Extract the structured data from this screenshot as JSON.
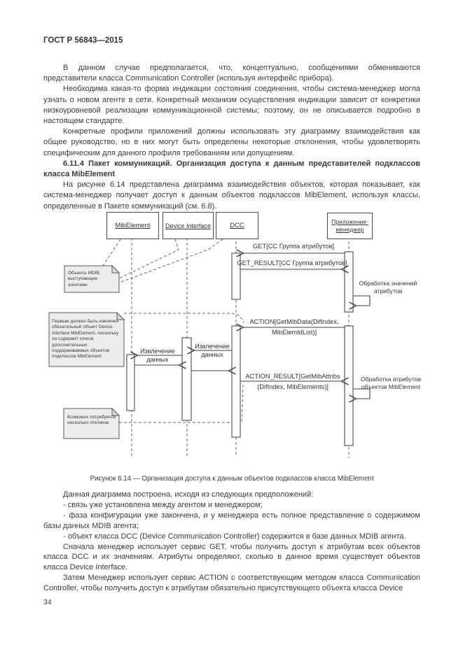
{
  "page": {
    "header": "ГОСТ Р 56843—2015",
    "number": "34"
  },
  "intro": {
    "p1": "В данном случае предполагается, что, концептуально, сообщениями обмениваются представители класса Communication Controller (используя интерфейс прибора).",
    "p2": "Необходима какая-то форма индикации состояния соединения, чтобы система-менеджер могла узнать о новом агенте в сети. Конкретный механизм осуществления индикации зависит от конкретики низкоуровневой реализации коммуникационной системы; поэтому, он не описывается подробно в настоящем стандарте.",
    "p3": "Конкретные профили приложений должны использовать эту диаграмму взаимодействия как общее руководство, но в них могут быть определены некоторые отклонения, чтобы удовлетворять специфическим для данного профиля требованиям или допущениям.",
    "heading": "6.11.4 Пакет коммуникаций. Организация доступа к данным представителей подклассов класса MibElement",
    "p4": "На рисунке 6.14 представлена диаграмма взаимодействия объектов, которая показывает, как система-менеджер получает доступ к данным объектов подклассов MibElement, используя классы, определенные в Пакете коммуникаций (см. 6.8)."
  },
  "diagram": {
    "lifelines": {
      "mib": "MibElement",
      "di": "Device Interface",
      "dcc": "DCC",
      "app_l1": "Приложение-",
      "app_l2": "менеджер"
    },
    "notes": {
      "agents": "Объекты MDIB, выступающие агентами",
      "first": "Первым должен быть извлечен обязательный объект Device Interface MibElement, поскольку он содержит список дополнительных поддерживаемых объектов подклассов MibElement",
      "replies": "Возможно потребуется несколько откликов"
    },
    "messages": {
      "get": "GET[CC Группа атрибутов]",
      "get_result": "GET_RESULT[CC Группа атрибутов]",
      "process_values": "Обработка значений атрибутов",
      "action_l1": "ACTION[GetMibData(DifIndex,",
      "action_l2": "MibElemIdList)]",
      "retrieve_l1": "Извлечение",
      "retrieve_l2": "данных",
      "action_result_l1": "ACTION_RESULT[GetMibAttribs",
      "action_result_l2": "(DifIndex, MibElements)]",
      "process_attrs": "Обработка атрибутов объектов MibElement"
    }
  },
  "caption": "Рисунок 6.14 — Организация доступа к данным объектов подклассов класса MibElement",
  "body": {
    "p1": "Данная диаграмма построена, исходя из следующих предположений:",
    "b1": "- связь уже установлена между агентом и менеджером;",
    "b2": "- фаза конфигурации уже закончена, и у менеджера есть полное представление о содержимом базы данных MDIB агента;",
    "b3": "- объект класса DCC (Device Communication Controller) содержится в базе данных MDIB агента.",
    "p2": "Сначала менеджер использует сервис GET, чтобы получить доступ к атрибутам всех объектов класса DCC и их значениям. Атрибуты определяют, сколько в данное время существует объектов класса Device Interface.",
    "p3": "Затем Менеджер использует сервис ACTION с соответствующим методом класса Communication Controller, чтобы получить доступ к атрибутам обязательно присутствующего объекта класса Device"
  },
  "colors": {
    "line": "#4a4a4a",
    "note_fill": "#ececec",
    "text": "#3a3a3a"
  }
}
